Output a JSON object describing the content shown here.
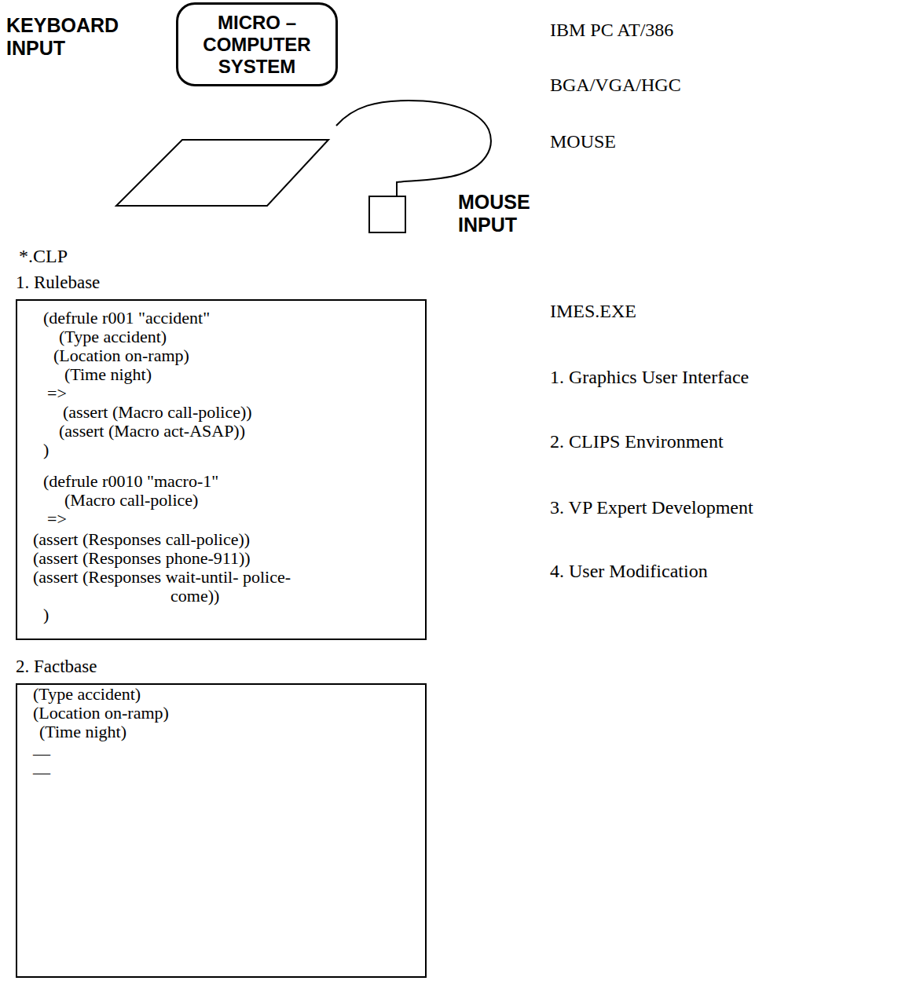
{
  "diagram": {
    "nodes": [
      {
        "text": [
          "MICRO – COMPUTER SYSTEM"
        ]
      },
      {
        "text": [
          "1. Rulebase",
          "(defrule r001 \"accident\"",
          "(Type accident)",
          "(Location on-ramp)",
          "(Time night)",
          "=>",
          "(assert (Macro call-police))",
          "(assert (Macro act-ASAP))",
          ")",
          "(defrule r0010 \"macro-1\"",
          "(Macro call-police)",
          "=>",
          "(assert (Responses call-police))",
          "(assert (Responses phone-911))",
          "(assert (Responses wait-until- police-come))",
          ")"
        ]
      },
      {
        "text": [
          "2. Factbase",
          "(Type accident)",
          "(Location on-ramp)",
          "(Time night)",
          "—",
          "—"
        ]
      }
    ],
    "labels": [
      "KEYBOARD INPUT",
      "MOUSE INPUT",
      "IBM PC AT/386",
      "BGA/VGA/HGC",
      "MOUSE",
      "*.CLP",
      "IMES.EXE",
      "1. Graphics User Interface",
      "2. CLIPS Environment",
      "3. VP Expert Development",
      "4. User Modification"
    ]
  }
}
